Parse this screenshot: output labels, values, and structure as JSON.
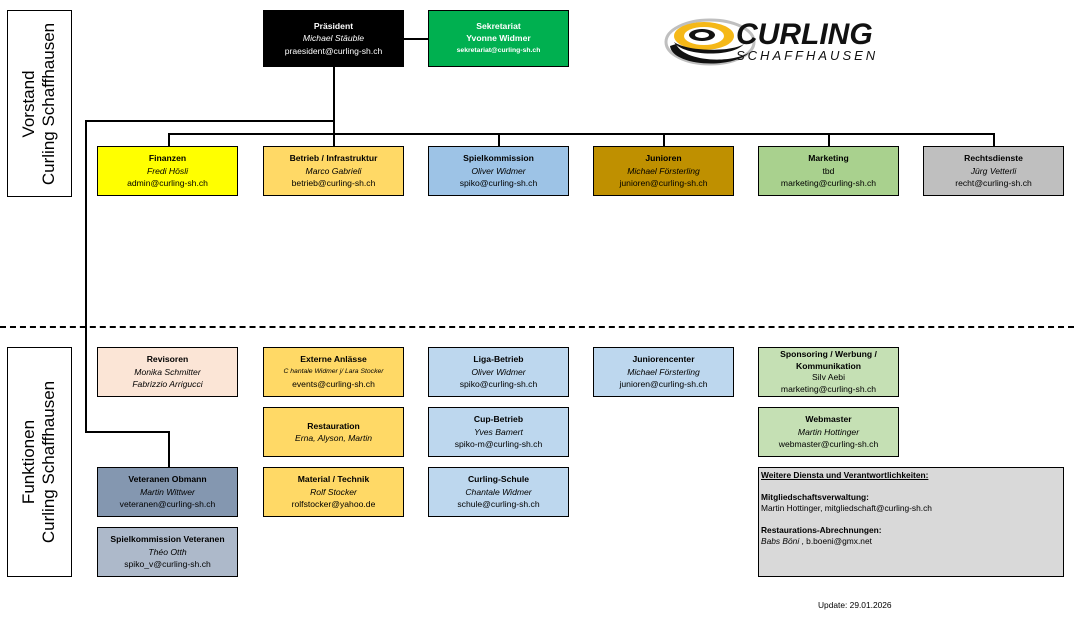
{
  "sections": {
    "vorstand": {
      "line1": "Vorstand",
      "line2": "Curling Schaffhausen"
    },
    "funktionen": {
      "line1": "Funktionen",
      "line2": "Curling Schaffhausen"
    }
  },
  "logo": {
    "word": "CURLING",
    "sub": "SCHAFFHAUSEN",
    "colors": {
      "swirl_yellow": "#f5b818",
      "swirl_black": "#111111",
      "swirl_gray": "#bfbfbf"
    }
  },
  "top": {
    "praesident": {
      "title": "Präsident",
      "name": "Michael Stäuble",
      "email": "praesident@curling-sh.ch",
      "color": "#000000",
      "text_color": "#ffffff"
    },
    "sekretariat": {
      "title": "Sekretariat",
      "name": "Yvonne Widmer",
      "email": "sekretariat@curling-sh.ch",
      "color": "#00b050",
      "text_color": "#ffffff"
    }
  },
  "vorstand_boxes": [
    {
      "title": "Finanzen",
      "name": "Fredi Hösli",
      "email": "admin@curling-sh.ch",
      "color": "#ffff00"
    },
    {
      "title": "Betrieb / Infrastruktur",
      "name": "Marco Gabrieli",
      "email": "betrieb@curling-sh.ch",
      "color": "#ffd966"
    },
    {
      "title": "Spielkommission",
      "name": "Oliver Widmer",
      "email": "spiko@curling-sh.ch",
      "color": "#9dc3e6"
    },
    {
      "title": "Junioren",
      "name": "Michael Försterling",
      "email": "junioren@curling-sh.ch",
      "color": "#bf9000"
    },
    {
      "title": "Marketing",
      "name": "tbd",
      "email": "marketing@curling-sh.ch",
      "color": "#a9d18e"
    },
    {
      "title": "Rechtsdienste",
      "name": "Jürg Vetterli",
      "email": "recht@curling-sh.ch",
      "color": "#bfbfbf"
    }
  ],
  "funktionen_boxes": {
    "revisoren": {
      "title": "Revisoren",
      "name": "Monika Schmitter",
      "name2": "Fabrizzio Arrigucci",
      "color": "#fbe5d6"
    },
    "externe": {
      "title": "Externe Anlässe",
      "name": "C hantale Widmer j/ Lara Stocker",
      "email": "events@curling-sh.ch",
      "color": "#ffd966"
    },
    "restauration": {
      "title": "Restauration",
      "name": "Erna, Alyson, Martin",
      "color": "#ffd966"
    },
    "material": {
      "title": "Material / Technik",
      "name": "Rolf Stocker",
      "email": "rolfstocker@yahoo.de",
      "color": "#ffd966"
    },
    "liga": {
      "title": "Liga-Betrieb",
      "name": "Oliver Widmer",
      "email": "spiko@curling-sh.ch",
      "color": "#bdd7ee"
    },
    "cup": {
      "title": "Cup-Betrieb",
      "name": "Yves Bamert",
      "email": "spiko-m@curling-sh.ch",
      "color": "#bdd7ee"
    },
    "schule": {
      "title": "Curling-Schule",
      "name": "Chantale Widmer",
      "email": "schule@curling-sh.ch",
      "color": "#bdd7ee"
    },
    "juniorencenter": {
      "title": "Juniorencenter",
      "name": "Michael Försterling",
      "email": "junioren@curling-sh.ch",
      "color": "#bdd7ee"
    },
    "sponsoring": {
      "title": "Sponsoring / Werbung / Kommunikation",
      "name": "Silv Aebi",
      "email": "marketing@curling-sh.ch",
      "color": "#c5e0b4"
    },
    "webmaster": {
      "title": "Webmaster",
      "name": "Martin Hottinger",
      "email": "webmaster@curling-sh.ch",
      "color": "#c5e0b4"
    },
    "veteranen": {
      "title": "Veteranen Obmann",
      "name": "Martin Wittwer",
      "email": "veteranen@curling-sh.ch",
      "color": "#8497b0"
    },
    "spiko_vet": {
      "title": "Spielkommission Veteranen",
      "name": "Théo Otth",
      "email": "spiko_v@curling-sh.ch",
      "color": "#adb9ca"
    }
  },
  "weitere": {
    "heading": "Weitere Diensta und Verantwortlichkeiten:",
    "mitglied_label": "Mitgliedschaftsverwaltung:",
    "mitglied_value": "Martin Hottinger,  mitgliedschaft@curling-sh.ch",
    "restaurations_label": "Restaurations-Abrechnungen:",
    "restaurations_name": "Babs Böni",
    "restaurations_email": " , b.boeni@gmx.net",
    "color": "#d9d9d9"
  },
  "update": "Update: 29.01.2026"
}
